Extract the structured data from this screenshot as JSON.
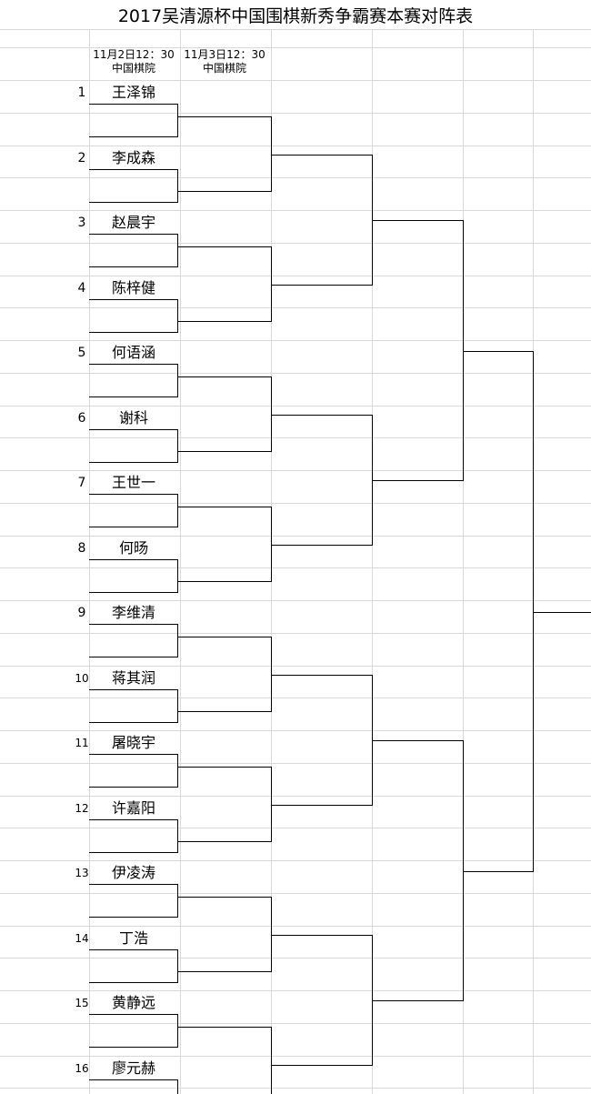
{
  "title": "2017吴清源杯中国围棋新秀争霸赛本赛对阵表",
  "rounds": [
    {
      "date": "11月2日12：30",
      "venue": "中国棋院"
    },
    {
      "date": "11月3日12：30",
      "venue": "中国棋院"
    }
  ],
  "players": [
    {
      "seed": "1",
      "name": "王泽锦"
    },
    {
      "seed": "2",
      "name": "李成森"
    },
    {
      "seed": "3",
      "name": "赵晨宇"
    },
    {
      "seed": "4",
      "name": "陈梓健"
    },
    {
      "seed": "5",
      "name": "何语涵"
    },
    {
      "seed": "6",
      "name": "谢科"
    },
    {
      "seed": "7",
      "name": "王世一"
    },
    {
      "seed": "8",
      "name": "何旸"
    },
    {
      "seed": "9",
      "name": "李维清"
    },
    {
      "seed": "10",
      "name": "蒋其润"
    },
    {
      "seed": "11",
      "name": "屠晓宇"
    },
    {
      "seed": "12",
      "name": "许嘉阳"
    },
    {
      "seed": "13",
      "name": "伊凌涛"
    },
    {
      "seed": "14",
      "name": "丁浩"
    },
    {
      "seed": "15",
      "name": "黄静远"
    },
    {
      "seed": "16",
      "name": "廖元赫"
    }
  ],
  "colors": {
    "grid": "#d9d9d9",
    "line": "#000000"
  }
}
